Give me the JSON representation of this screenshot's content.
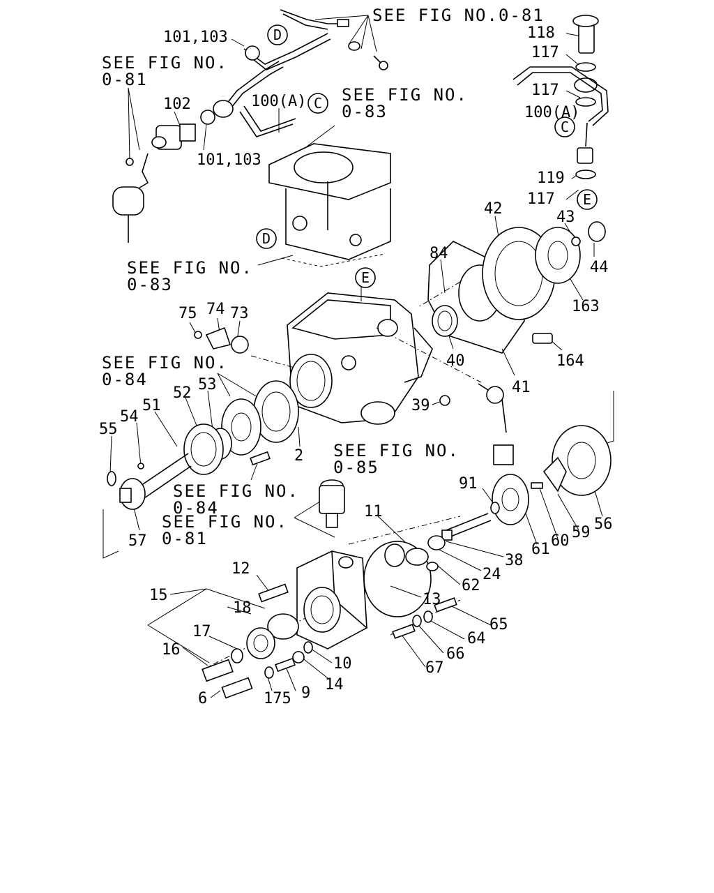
{
  "references": {
    "r1": "SEE FIG NO.0-81",
    "r2a": "SEE FIG NO.",
    "r2b": "0-81",
    "r3a": "SEE FIG NO.",
    "r3b": "0-83",
    "r4a": "SEE FIG NO.",
    "r4b": "0-83",
    "r5a": "SEE FIG NO.",
    "r5b": "0-84",
    "r6a": "SEE FIG NO.",
    "r6b": "0-85",
    "r7a": "SEE FIG NO.",
    "r7b": "0-84",
    "r8a": "SEE FIG NO.",
    "r8b": "0-81"
  },
  "circles": {
    "c": "C",
    "d": "D",
    "e": "E"
  },
  "parts": {
    "p101_103a": "101,103",
    "p101_103b": "101,103",
    "p102": "102",
    "p100a1": "100(A)",
    "p100a2": "100(A)",
    "p118": "118",
    "p117a": "117",
    "p117b": "117",
    "p117c": "117",
    "p119": "119",
    "p42": "42",
    "p43": "43",
    "p44": "44",
    "p84": "84",
    "p163": "163",
    "p164": "164",
    "p40": "40",
    "p41": "41",
    "p39": "39",
    "p75": "75",
    "p74": "74",
    "p73": "73",
    "p53": "53",
    "p52": "52",
    "p51": "51",
    "p54": "54",
    "p55": "55",
    "p57": "57",
    "p2": "2",
    "p91": "91",
    "p56": "56",
    "p59": "59",
    "p60": "60",
    "p61": "61",
    "p11": "11",
    "p38": "38",
    "p24": "24",
    "p62": "62",
    "p13": "13",
    "p12": "12",
    "p15": "15",
    "p18": "18",
    "p17": "17",
    "p16": "16",
    "p10": "10",
    "p14": "14",
    "p9": "9",
    "p175": "175",
    "p6": "6",
    "p65": "65",
    "p64": "64",
    "p66": "66",
    "p67": "67"
  }
}
